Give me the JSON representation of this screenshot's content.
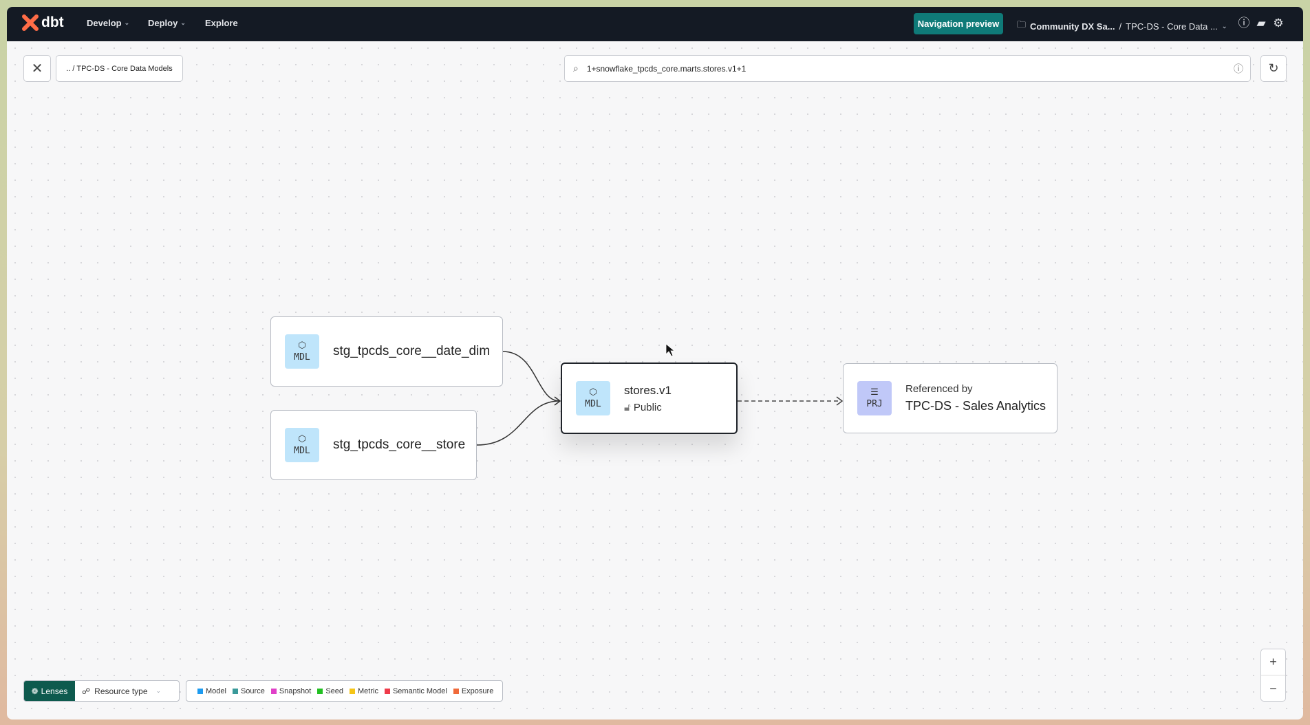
{
  "topbar": {
    "logo": "dbt",
    "nav": [
      {
        "label": "Develop"
      },
      {
        "label": "Deploy"
      },
      {
        "label": "Explore"
      }
    ],
    "navigation_preview": "Navigation preview",
    "account": "Community DX Sa...",
    "separator": "/",
    "project": "TPC-DS - Core Data ..."
  },
  "toolbar": {
    "breadcrumb": ".. / TPC-DS - Core Data Models",
    "search_value": "1+snowflake_tpcds_core.marts.stores.v1+1"
  },
  "nodes": [
    {
      "badge": "MDL",
      "name": "stg_tpcds_core__date_dim"
    },
    {
      "badge": "MDL",
      "name": "stg_tpcds_core__store"
    },
    {
      "badge": "MDL",
      "name": "stores.v1",
      "access": "Public"
    },
    {
      "badge": "PRJ",
      "label": "Referenced by",
      "name": "TPC-DS - Sales Analytics"
    }
  ],
  "bottom": {
    "lenses": "Lenses",
    "resource_type": "Resource type",
    "legend": [
      {
        "label": "Model",
        "color": "#1d9bf0"
      },
      {
        "label": "Source",
        "color": "#3a9a9a"
      },
      {
        "label": "Snapshot",
        "color": "#e040c8"
      },
      {
        "label": "Seed",
        "color": "#22c022"
      },
      {
        "label": "Metric",
        "color": "#f5c518"
      },
      {
        "label": "Semantic Model",
        "color": "#ef3b4a"
      },
      {
        "label": "Exposure",
        "color": "#f06a3a"
      }
    ]
  },
  "zoom": {
    "in": "+",
    "out": "−"
  },
  "colors": {
    "topbar": "#141a24",
    "accent": "#0f7a78",
    "lenses": "#0e5a4e"
  }
}
